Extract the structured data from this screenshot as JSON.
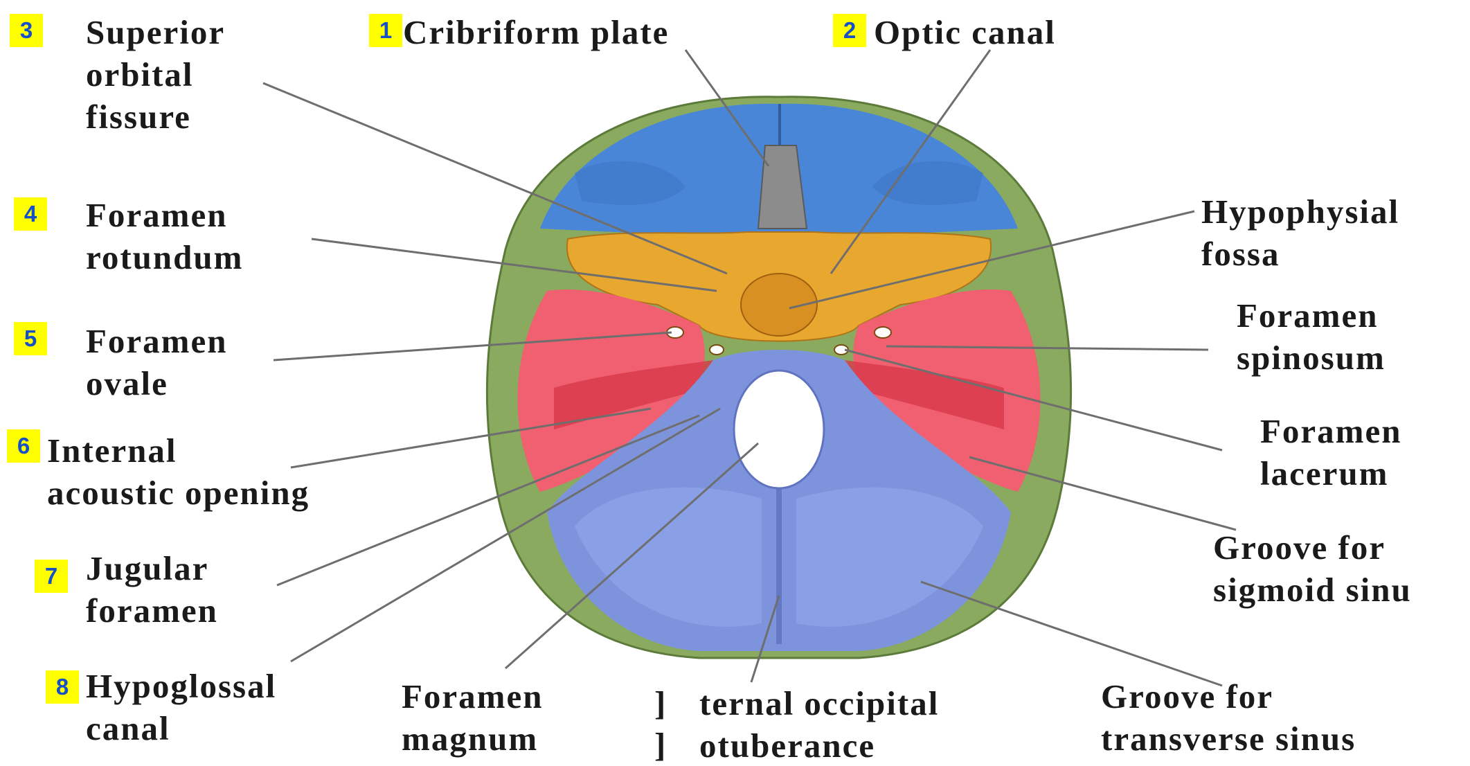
{
  "colors": {
    "frontal": "#4a86d8",
    "sphenoid": "#e8a830",
    "temporal": "#f06070",
    "occipital": "#7d94dd",
    "parietal": "#8aaa60",
    "ethmoid": "#8c8c8c",
    "number_badge": "#ffff00",
    "number_text": "#1550c8",
    "leader_line": "#6e6e6e"
  },
  "labels": {
    "superior_orbital_fissure": {
      "number": "3",
      "lines": [
        "Superior",
        "orbital",
        "fissure"
      ]
    },
    "cribriform_plate": {
      "number": "1",
      "lines": [
        "Cribriform plate"
      ]
    },
    "optic_canal": {
      "number": "2",
      "lines": [
        "Optic canal"
      ]
    },
    "foramen_rotundum": {
      "number": "4",
      "lines": [
        "Foramen",
        "rotundum"
      ]
    },
    "foramen_ovale": {
      "number": "5",
      "lines": [
        "Foramen",
        "ovale"
      ]
    },
    "internal_acoustic_opening": {
      "number": "6",
      "lines": [
        "Internal",
        "acoustic opening"
      ]
    },
    "jugular_foramen": {
      "number": "7",
      "lines": [
        "Jugular",
        "foramen"
      ]
    },
    "hypoglossal_canal": {
      "number": "8",
      "lines": [
        "Hypoglossal",
        "canal"
      ]
    },
    "foramen_magnum": {
      "lines": [
        "Foramen",
        "magnum"
      ]
    },
    "internal_occipital_protuberance": {
      "lines": [
        "ternal occipital",
        "otuberance"
      ]
    },
    "groove_transverse_sinus": {
      "lines": [
        "Groove for",
        "transverse sinus"
      ]
    },
    "hypophysial_fossa": {
      "lines": [
        "Hypophysial",
        "fossa"
      ]
    },
    "foramen_spinosum": {
      "lines": [
        "Foramen",
        "spinosum"
      ]
    },
    "foramen_lacerum": {
      "lines": [
        "Foramen",
        "lacerum"
      ]
    },
    "groove_sigmoid_sinus": {
      "lines": [
        "Groove for",
        "sigmoid sinu"
      ]
    }
  }
}
